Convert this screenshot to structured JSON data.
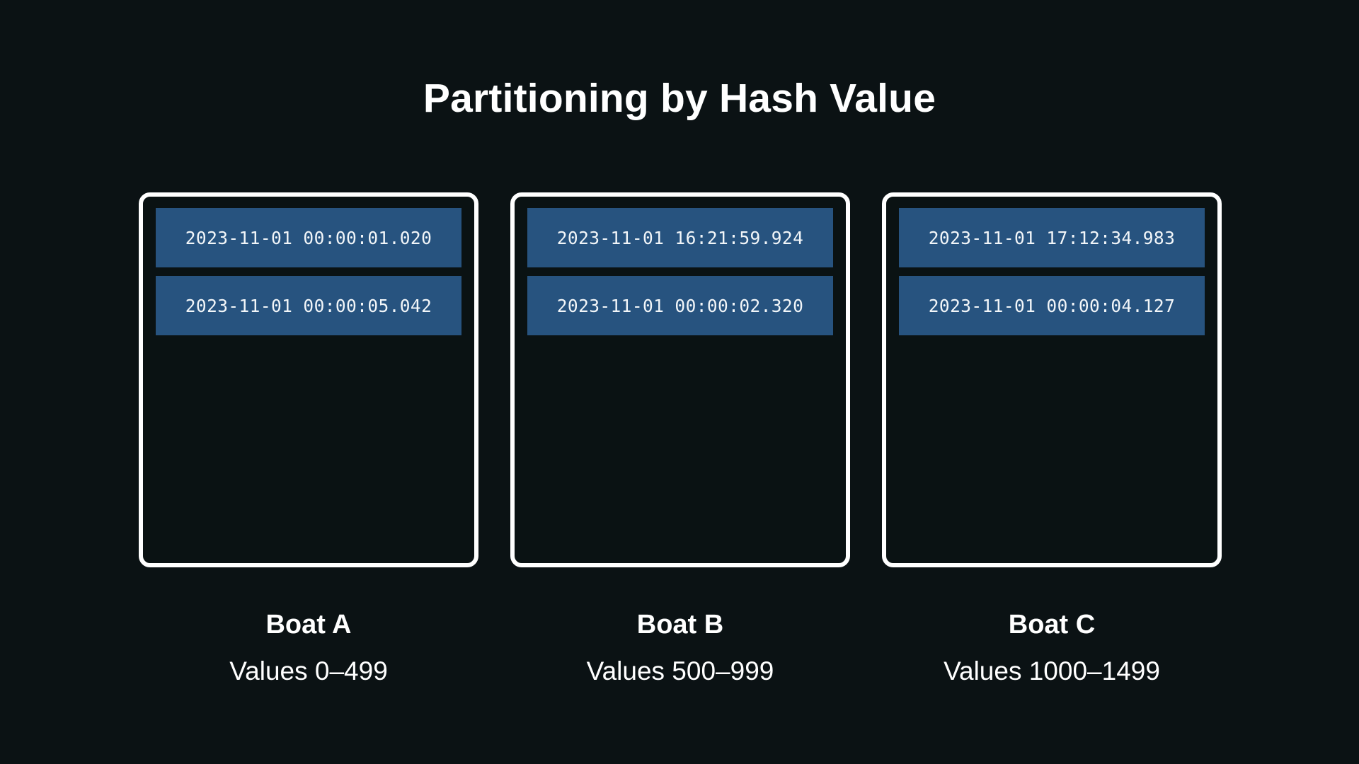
{
  "page": {
    "background_color": "#0b1214",
    "text_color": "#ffffff"
  },
  "title": "Partitioning by Hash Value",
  "theme": {
    "bucket_border_color": "#ffffff",
    "bucket_fill_color": "#0a1213",
    "record_fill_color": "#27537f",
    "record_text_color": "#f2f6f9"
  },
  "partitions": [
    {
      "name": "Boat A",
      "range_label": "Values 0–499",
      "records": [
        "2023-11-01 00:00:01.020",
        "2023-11-01 00:00:05.042"
      ]
    },
    {
      "name": "Boat B",
      "range_label": "Values 500–999",
      "records": [
        "2023-11-01 16:21:59.924",
        "2023-11-01 00:00:02.320"
      ]
    },
    {
      "name": "Boat C",
      "range_label": "Values 1000–1499",
      "records": [
        "2023-11-01 17:12:34.983",
        "2023-11-01 00:00:04.127"
      ]
    }
  ]
}
